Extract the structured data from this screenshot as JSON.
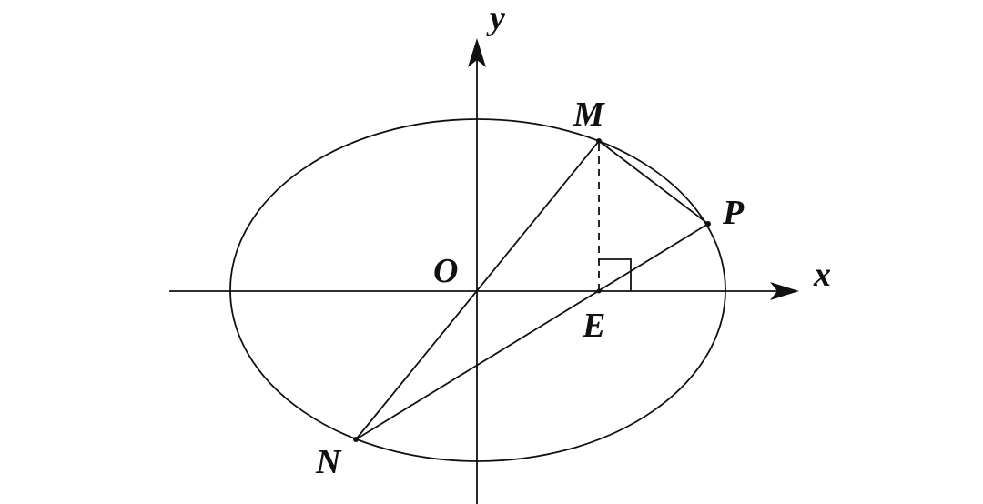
{
  "figure": {
    "labels": {
      "axis_x": "x",
      "axis_y": "y",
      "origin": "O",
      "point_m": "M",
      "point_p": "P",
      "point_e": "E",
      "point_n": "N"
    },
    "right_angle_mark": true
  }
}
